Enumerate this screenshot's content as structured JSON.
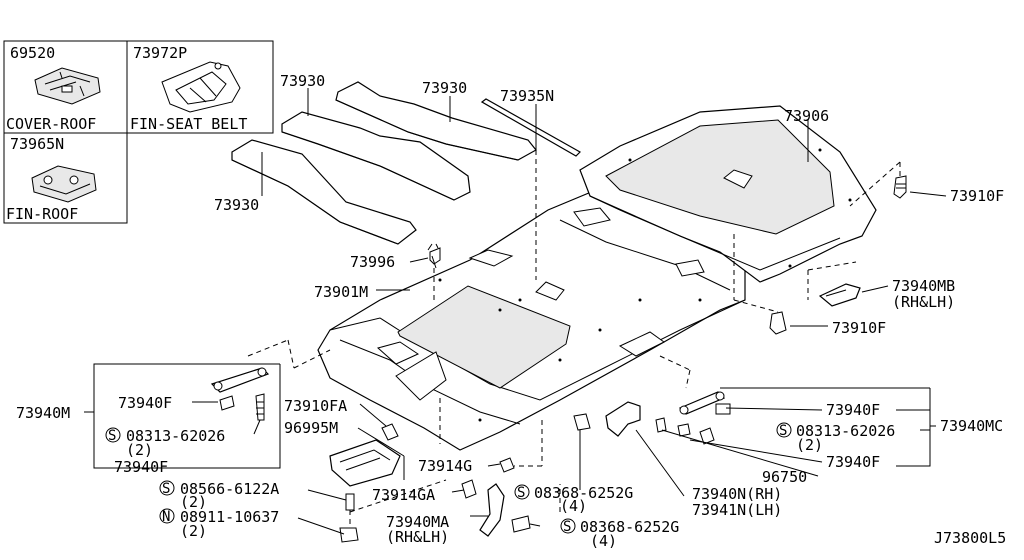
{
  "insets": {
    "cover_roof": {
      "part_no": "69520",
      "name": "COVER-ROOF"
    },
    "fin_seat_belt": {
      "part_no": "73972P",
      "name": "FIN-SEAT BELT"
    },
    "fin_roof": {
      "part_no": "73965N",
      "name": "FIN-ROOF"
    }
  },
  "labels": {
    "p73930_a": "73930",
    "p73930_b": "73930",
    "p73930_c": "73930",
    "p73935N": "73935N",
    "p73906": "73906",
    "p73910F_a": "73910F",
    "p73910F_b": "73910F",
    "p73940MB": "73940MB",
    "p73940MB_side": "(RH&LH)",
    "p73996": "73996",
    "p73901M": "73901M",
    "p73940M": "73940M",
    "p73940F_l1": "73940F",
    "p08313_l": "08313-62026",
    "p08313_l_qty": "(2)",
    "p73940F_l2": "73940F",
    "p73910FA": "73910FA",
    "p96995M": "96995M",
    "p73914G": "73914G",
    "p73914GA": "73914GA",
    "p08566": "08566-6122A",
    "p08566_qty": "(2)",
    "p08911": "08911-10637",
    "p08911_qty": "(2)",
    "p73940MA": "73940MA",
    "p73940MA_side": "(RH&LH)",
    "p08368_a": "08368-6252G",
    "p08368_a_qty": "(4)",
    "p08368_b": "08368-6252G",
    "p08368_b_qty": "(4)",
    "p73940N": "73940N(RH)",
    "p73941N": "73941N(LH)",
    "p73940F_r1": "73940F",
    "p08313_r": "08313-62026",
    "p08313_r_qty": "(2)",
    "p73940MC": "73940MC",
    "p73940F_r2": "73940F",
    "p96750": "96750",
    "s_mark": "S",
    "n_mark": "N",
    "diagram_code": "J73800L5"
  }
}
